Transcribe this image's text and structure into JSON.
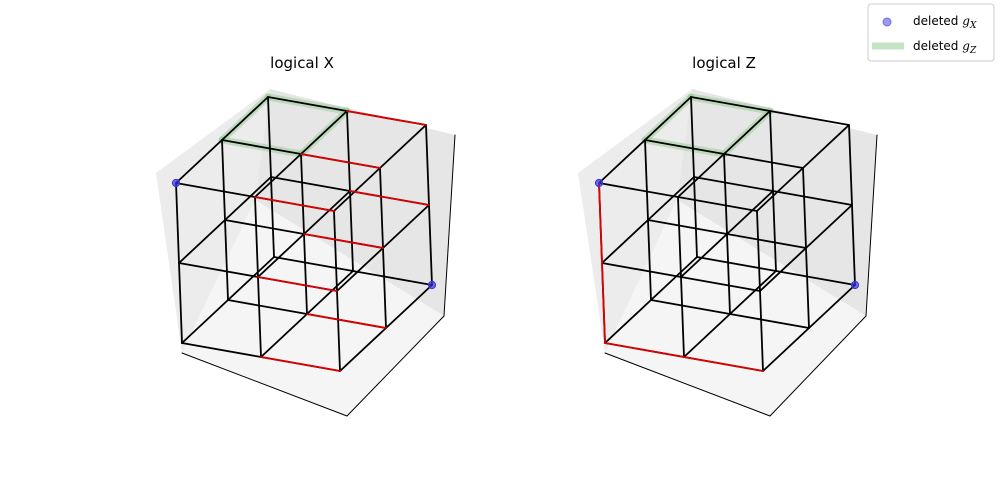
{
  "panels": [
    {
      "title": "logical X",
      "red_edges": [
        [
          [
            1,
            2,
            2
          ],
          [
            2,
            2,
            2
          ]
        ],
        [
          [
            1,
            1,
            2
          ],
          [
            2,
            1,
            2
          ]
        ],
        [
          [
            1,
            0,
            2
          ],
          [
            2,
            0,
            2
          ]
        ],
        [
          [
            1,
            2,
            1
          ],
          [
            2,
            2,
            1
          ]
        ],
        [
          [
            1,
            1,
            1
          ],
          [
            2,
            1,
            1
          ]
        ],
        [
          [
            1,
            0,
            1
          ],
          [
            2,
            0,
            1
          ]
        ],
        [
          [
            1,
            1,
            0
          ],
          [
            2,
            1,
            0
          ]
        ],
        [
          [
            1,
            0,
            0
          ],
          [
            2,
            0,
            0
          ]
        ]
      ],
      "deleted_gx": [
        [
          0,
          0,
          2
        ],
        [
          2,
          2,
          0
        ]
      ],
      "deleted_gz": [
        [
          0,
          1,
          2
        ],
        [
          1,
          1,
          2
        ],
        [
          1,
          2,
          2
        ],
        [
          0,
          2,
          2
        ]
      ]
    },
    {
      "title": "logical Z",
      "red_edges": [
        [
          [
            0,
            0,
            2
          ],
          [
            0,
            0,
            0
          ]
        ],
        [
          [
            0,
            0,
            0
          ],
          [
            2,
            0,
            0
          ]
        ]
      ],
      "deleted_gx": [
        [
          0,
          0,
          2
        ],
        [
          2,
          2,
          0
        ]
      ],
      "deleted_gz": [
        [
          0,
          1,
          2
        ],
        [
          1,
          1,
          2
        ],
        [
          1,
          2,
          2
        ],
        [
          0,
          2,
          2
        ]
      ]
    }
  ],
  "legend": {
    "items": [
      {
        "label": "deleted ",
        "symbol": "g",
        "sub": "X",
        "marker": "dot"
      },
      {
        "label": "deleted ",
        "symbol": "g",
        "sub": "Z",
        "marker": "band"
      }
    ]
  },
  "colors": {
    "edge": "#000000",
    "red_edge": "#dd0000",
    "gx_dot": "#3535e0",
    "gz_band": "#7fc47f",
    "pane_left": "#ececec",
    "pane_right": "#e6e6e6",
    "pane_back": "#f0f0f0",
    "pane_floor": "#f5f5f5"
  }
}
